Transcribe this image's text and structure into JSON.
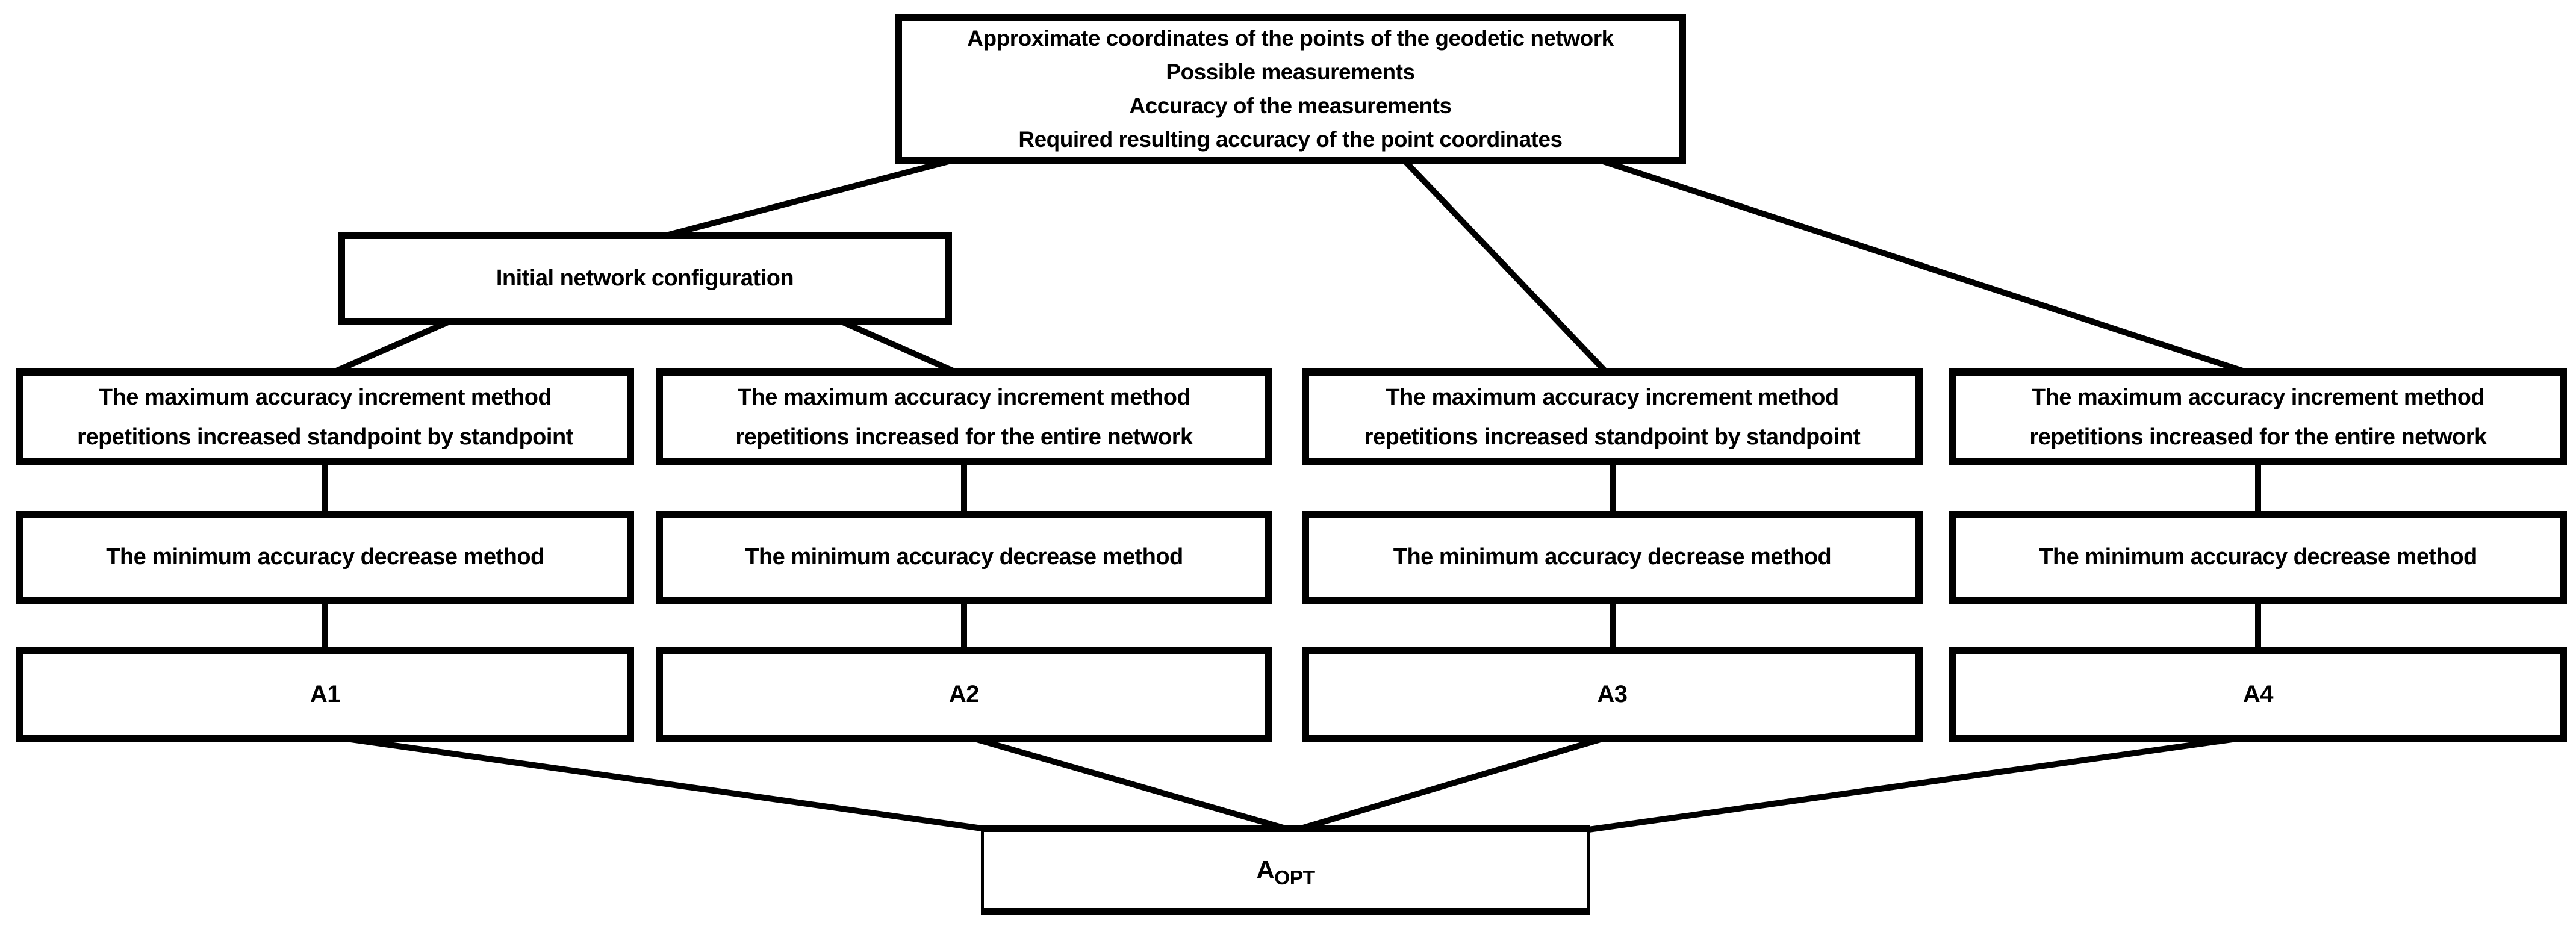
{
  "diagram": {
    "type": "flowchart",
    "background_color": "#ffffff",
    "box_border_color": "#000000",
    "connector_color": "#000000",
    "text_color": "#000000",
    "nodes": {
      "inputs": {
        "lines": [
          "Approximate coordinates of the points of the geodetic network",
          "Possible measurements",
          "Accuracy of the measurements",
          "Required resulting accuracy of the point coordinates"
        ]
      },
      "initial": {
        "label": "Initial network configuration"
      },
      "columns": [
        {
          "method": [
            "The maximum accuracy increment method",
            "repetitions increased standpoint by standpoint"
          ],
          "refine": "The minimum accuracy decrease method",
          "result": "A1"
        },
        {
          "method": [
            "The maximum accuracy increment method",
            "repetitions increased for the entire network"
          ],
          "refine": "The minimum accuracy decrease method",
          "result": "A2"
        },
        {
          "method": [
            "The maximum accuracy increment method",
            "repetitions increased standpoint by standpoint"
          ],
          "refine": "The minimum accuracy decrease method",
          "result": "A3"
        },
        {
          "method": [
            "The maximum accuracy increment method",
            "repetitions increased for the entire network"
          ],
          "refine": "The minimum accuracy decrease method",
          "result": "A4"
        }
      ],
      "optimal": {
        "base": "A",
        "subscript": "OPT"
      }
    },
    "edges": [
      {
        "from": "inputs",
        "to": "initial"
      },
      {
        "from": "inputs",
        "to": "method-3"
      },
      {
        "from": "inputs",
        "to": "method-4"
      },
      {
        "from": "initial",
        "to": "method-1"
      },
      {
        "from": "initial",
        "to": "method-2"
      },
      {
        "from": "method-1",
        "to": "refine-1"
      },
      {
        "from": "method-2",
        "to": "refine-2"
      },
      {
        "from": "method-3",
        "to": "refine-3"
      },
      {
        "from": "method-4",
        "to": "refine-4"
      },
      {
        "from": "refine-1",
        "to": "result-1"
      },
      {
        "from": "refine-2",
        "to": "result-2"
      },
      {
        "from": "refine-3",
        "to": "result-3"
      },
      {
        "from": "refine-4",
        "to": "result-4"
      },
      {
        "from": "result-1",
        "to": "optimal"
      },
      {
        "from": "result-2",
        "to": "optimal"
      },
      {
        "from": "result-3",
        "to": "optimal"
      },
      {
        "from": "result-4",
        "to": "optimal"
      }
    ]
  }
}
